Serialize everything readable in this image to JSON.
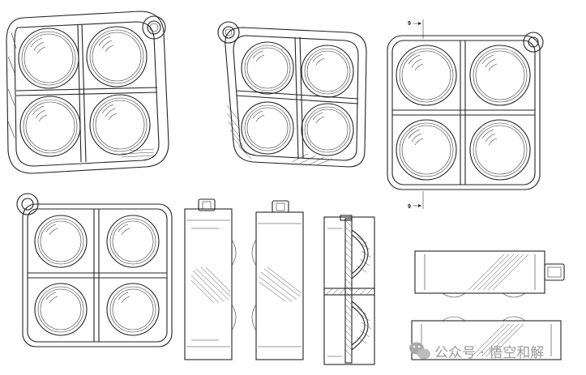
{
  "section": {
    "label_top": "9",
    "label_bottom": "9"
  },
  "watermark": {
    "icon": "wechat-icon",
    "text": "公众号 · 悟空和解"
  },
  "views": [
    "perspective-view-front-left",
    "perspective-view-back-right",
    "front-elevation-view",
    "rear-elevation-view",
    "left-side-view",
    "right-side-view",
    "section-view",
    "top-plan-view",
    "bottom-plan-view"
  ]
}
